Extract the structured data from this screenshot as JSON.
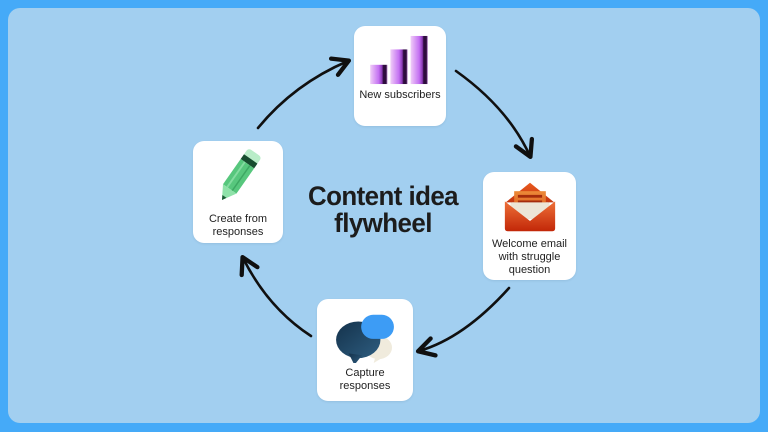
{
  "frame": {
    "border_color": "#45aaf8",
    "background_color": "#a2cff0"
  },
  "title": {
    "line1": "Content idea",
    "line2": "flywheel",
    "color": "#1c1c1c"
  },
  "nodes": [
    {
      "id": "new-subscribers",
      "label": "New subscribers",
      "icon": "bar-chart-icon",
      "position": "top"
    },
    {
      "id": "welcome-email",
      "label": "Welcome email with struggle question",
      "icon": "envelope-icon",
      "position": "right"
    },
    {
      "id": "capture-responses",
      "label": "Capture responses",
      "icon": "chat-bubbles-icon",
      "position": "bottom"
    },
    {
      "id": "create-from-responses",
      "label": "Create from responses",
      "icon": "pencil-icon",
      "position": "left"
    }
  ],
  "arrows": {
    "color": "#101010",
    "direction": "clockwise",
    "count": 4
  },
  "icon_colors": {
    "bar_chart_purple": "#c36ff2",
    "envelope_red": "#d8380f",
    "chat_navy": "#1b3c57",
    "chat_blue": "#3d9cf5",
    "chat_cream": "#f0ebdd",
    "pencil_green": "#57c77d"
  }
}
